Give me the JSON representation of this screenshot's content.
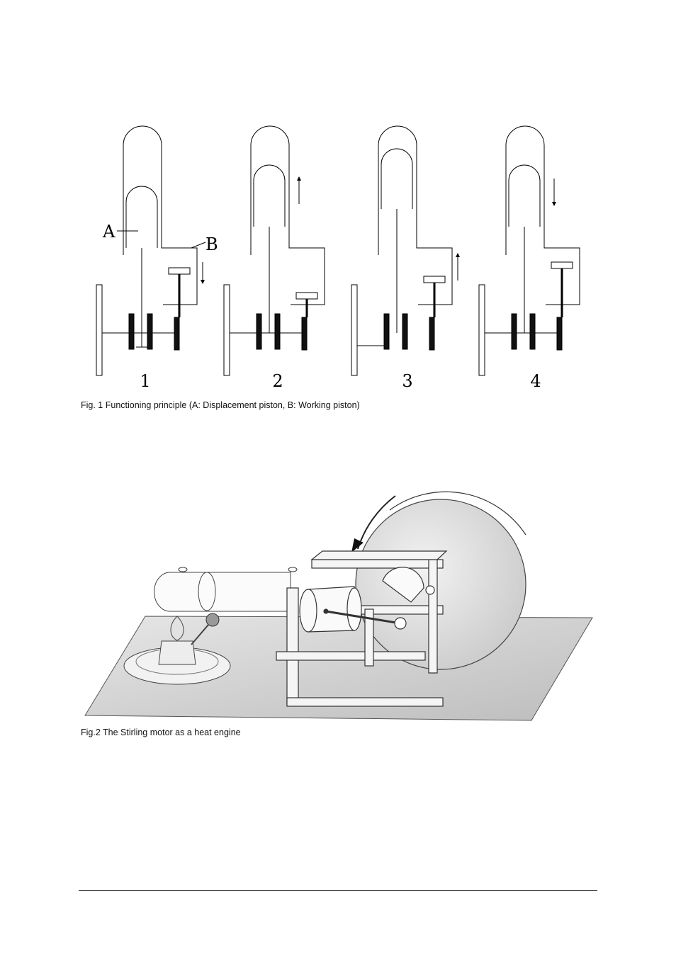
{
  "figure1": {
    "label_a": "A",
    "label_b": "B",
    "step_numbers": [
      "1",
      "2",
      "3",
      "4"
    ],
    "caption": "Fig. 1 Functioning principle (A: Displacement piston, B: Working piston)"
  },
  "figure2": {
    "caption": "Fig.2 The Stirling motor as a heat engine"
  }
}
